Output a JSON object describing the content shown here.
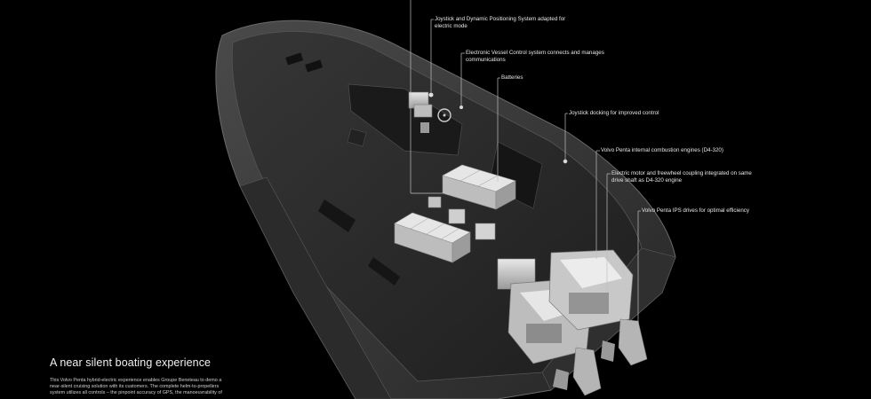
{
  "callouts": {
    "joystick_dps": [
      "Joystick and Dynamic Positioning System adapted for",
      "electric mode"
    ],
    "evc": [
      "Electronic Vessel Control system connects and manages",
      "communications"
    ],
    "batteries": [
      "Batteries"
    ],
    "joystick_docking": [
      "Joystick docking for improved control"
    ],
    "ice": [
      "Volvo Penta internal combustion engines (D4-320)"
    ],
    "motor": [
      "Electric motor and freewheel coupling integrated on same",
      "drive shaft as D4-320 engine"
    ],
    "ips": [
      "Volvo Penta IPS drives for optimal efficiency"
    ]
  },
  "text": {
    "heading": "A near silent boating experience",
    "body": [
      "This Volvo Penta hybrid-electric experience enables Groupe Beneteau to demo a",
      "near-silent cruising solution with its customers. The complete helm-to-propellers",
      "system utilizes all controls – the pinpoint accuracy of GPS, the manoeuvrability of"
    ]
  },
  "colors": {
    "background": "#000000",
    "hull": "#3a3a3a",
    "component": "#d9d9d9",
    "leader_line": "#bfbfbf"
  }
}
